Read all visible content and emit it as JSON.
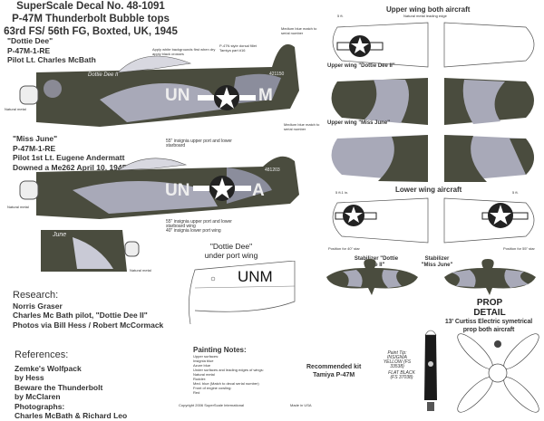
{
  "title": {
    "line1": "SuperScale Decal No. 48-1091",
    "line2": "P-47M Thunderbolt Bubble tops",
    "line3": "63rd FS/ 56th FG, Boxted, UK, 1945"
  },
  "aircraft1": {
    "name": "\"Dottie Dee\"",
    "model": "P-47M-1-RE",
    "pilot": "Pilot Lt. Charles McBath",
    "serial": "421150",
    "code_left": "UN",
    "code_right": "M",
    "nose_art": "Dottie Dee II",
    "note_white": "Apply white backgrounds first when dry apply black crosses",
    "note_fillet": "P-47N style dorsal fillet Tamiya part #16",
    "note_blue": "Medium blue match to serial number",
    "note_metal": "Natural metal",
    "note_insignia": "55\" insignia upper port and lower starboard"
  },
  "aircraft2": {
    "name": "\"Miss June\"",
    "model": "P-47M-1-RE",
    "pilot": "Pilot 1st Lt. Eugene Andermatt",
    "kill": "Downed a Me262 April 10, 1945",
    "serial": "481203",
    "code_left": "UN",
    "code_right": "A",
    "note_blue": "Medium blue match to serial number",
    "note_metal": "Natural metal",
    "note_metal2": "Natural metal",
    "note_insignia": "55\" insignia upper port and lower starboard wing",
    "note_insignia2": "40\" insignia lower port wing",
    "nose_art": "June"
  },
  "under_wing": {
    "title1": "\"Dottie Dee\"",
    "title2": "under port wing",
    "code": "UNM"
  },
  "research": {
    "heading": "Research:",
    "lines": [
      "Norris Graser",
      "Charles Mc Bath pilot, \"Dottie Dee II\"",
      "Photos via Bill Hess / Robert McCormack"
    ]
  },
  "references": {
    "heading": "References:",
    "lines": [
      "Zemke's Wolfpack",
      "by Hess",
      "Beware the Thunderbolt",
      "by McClaren",
      "Photographs:",
      "Charles McBath & Richard Leo"
    ]
  },
  "painting": {
    "heading": "Painting Notes:",
    "lines": [
      "Upper surfaces:",
      "Insignia blue",
      "Azure blue",
      "Under surfaces and leading edges of wings:",
      "Natural metal",
      "Rudder:",
      "Med. blue (Match to decal serial number)",
      "Front of engine cowling:",
      "Red"
    ]
  },
  "wings": {
    "upper_both": "Upper wing both aircraft",
    "leading_edge": "Natural metal leading edge",
    "upper_dottie": "Upper wing \"Dottie Dee II\"",
    "upper_june": "Upper wing \"Miss June\"",
    "lower": "Lower wing aircraft",
    "dim1": "5 ft.",
    "dim2": "5 ft.1 in.",
    "dim3": "5 ft.",
    "pos40": "Position for 40\" star",
    "pos55": "Position for 55\" star"
  },
  "stabilizers": {
    "dottie": "Stabilizer \"Dottie Dee II\"",
    "june": "Stabilizer \"Miss June\""
  },
  "prop": {
    "title1": "PROP",
    "title2": "DETAIL",
    "desc1": "13' Curtiss Electric symetrical",
    "desc2": "prop both aircraft",
    "tip": "Paint Tip: INSIGNIA YELLOW (FS 33538)",
    "blade": "FLAT BLACK (FS 37038)"
  },
  "kit": {
    "line1": "Recommended kit",
    "line2": "Tamiya P-47M"
  },
  "footer": {
    "copyright": "Copyright 2006 SuperScale International",
    "made": "Made in USA"
  },
  "colors": {
    "olive": "#4a4c3e",
    "azure": "#a8a9b8",
    "light": "#c9cad6",
    "ink": "#222222"
  }
}
